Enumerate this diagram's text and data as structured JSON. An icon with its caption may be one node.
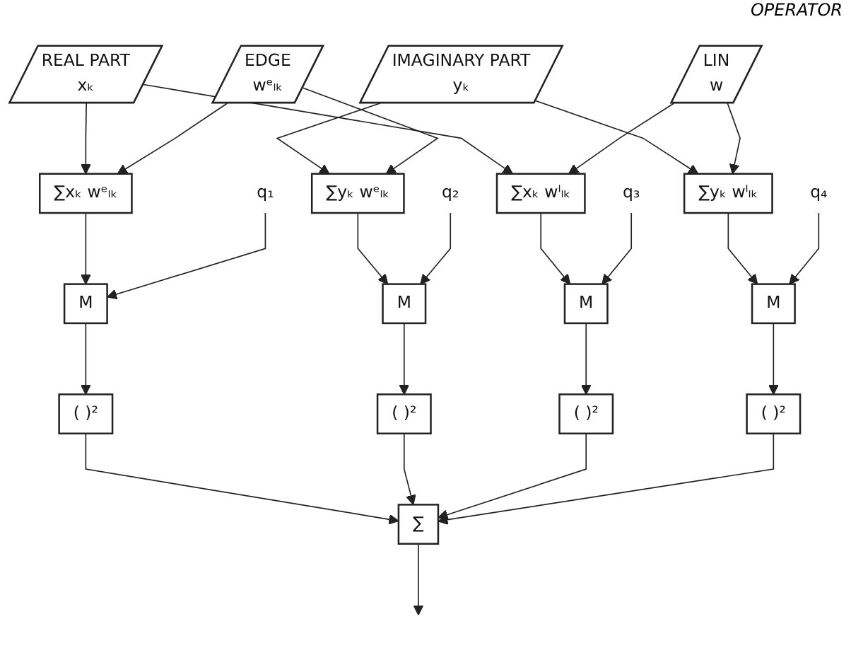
{
  "diagram": {
    "nodes": [
      {
        "text": [
          "REAL PART",
          "xₖ"
        ]
      },
      {
        "text": [
          "IMAGINARY PART",
          "yₖ"
        ]
      },
      {
        "text": [
          "EDGE",
          "wᵉₗₖ"
        ]
      },
      {
        "text": [
          "LIN",
          "w"
        ]
      },
      {
        "text": [
          "∑xₖ wᵉₗₖ"
        ]
      },
      {
        "text": [
          "∑yₖ wᵉₗₖ"
        ]
      },
      {
        "text": [
          "∑xₖ wˡₗₖ"
        ]
      },
      {
        "text": [
          "∑yₖ wˡₗₖ"
        ]
      },
      {
        "text": [
          "M"
        ]
      },
      {
        "text": [
          "q₁"
        ]
      },
      {
        "text": [
          "M"
        ]
      },
      {
        "text": [
          "q₂"
        ]
      },
      {
        "text": [
          "M"
        ]
      },
      {
        "text": [
          "q₃"
        ]
      },
      {
        "text": [
          "M"
        ]
      },
      {
        "text": [
          "q₄"
        ]
      },
      {
        "text": [
          "( )²"
        ]
      },
      {
        "text": [
          "( )²"
        ]
      },
      {
        "text": [
          "( )²"
        ]
      },
      {
        "text": [
          "( )²"
        ]
      },
      {
        "text": [
          "∑"
        ]
      }
    ],
    "edges": [
      {
        "from": 0,
        "to": 4,
        "arrow": "to"
      },
      {
        "from": 0,
        "to": 6,
        "arrow": "to"
      },
      {
        "from": 1,
        "to": 5,
        "arrow": "to"
      },
      {
        "from": 1,
        "to": 7,
        "arrow": "to"
      },
      {
        "from": 2,
        "to": 4,
        "arrow": "to"
      },
      {
        "from": 2,
        "to": 5,
        "arrow": "to"
      },
      {
        "from": 3,
        "to": 6,
        "arrow": "to"
      },
      {
        "from": 3,
        "to": 7,
        "arrow": "to"
      },
      {
        "from": 4,
        "to": 8,
        "arrow": "to"
      },
      {
        "from": 9,
        "to": 8,
        "arrow": "to"
      },
      {
        "from": 5,
        "to": 10,
        "arrow": "to"
      },
      {
        "from": 11,
        "to": 10,
        "arrow": "to"
      },
      {
        "from": 6,
        "to": 12,
        "arrow": "to"
      },
      {
        "from": 13,
        "to": 12,
        "arrow": "to"
      },
      {
        "from": 7,
        "to": 14,
        "arrow": "to"
      },
      {
        "from": 15,
        "to": 14,
        "arrow": "to"
      },
      {
        "from": 8,
        "to": 16,
        "arrow": "to"
      },
      {
        "from": 10,
        "to": 17,
        "arrow": "to"
      },
      {
        "from": 12,
        "to": 18,
        "arrow": "to"
      },
      {
        "from": 14,
        "to": 19,
        "arrow": "to"
      },
      {
        "from": 16,
        "to": 20,
        "arrow": "to"
      },
      {
        "from": 17,
        "to": 20,
        "arrow": "to"
      },
      {
        "from": 18,
        "to": 20,
        "arrow": "to"
      },
      {
        "from": 19,
        "to": 20,
        "arrow": "to"
      },
      {
        "from": 20,
        "to": null,
        "arrow": "to"
      }
    ],
    "labels": [
      "OPERATOR"
    ]
  }
}
